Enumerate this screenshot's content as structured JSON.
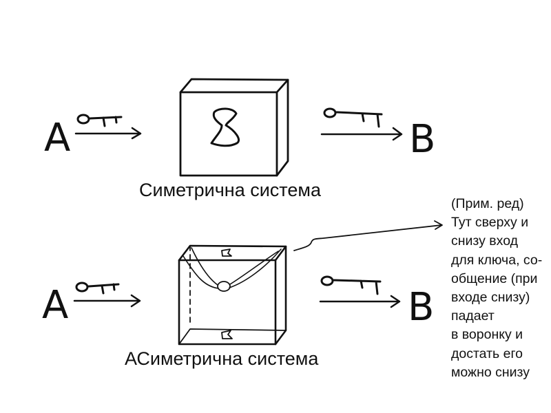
{
  "top_row": {
    "left_label": "A",
    "right_label": "B",
    "caption": "Симетрична система"
  },
  "bottom_row": {
    "left_label": "A",
    "right_label": "B",
    "caption": "АСиметрична система"
  },
  "note": {
    "lines": [
      "(Прим. ред)",
      "Тут сверху и",
      "снизу вход",
      "для ключа, со-",
      "общение (при",
      "входе снизу)",
      "падает",
      "в воронку и",
      "достать его",
      "можно снизу"
    ]
  },
  "icons": [
    "key-icon",
    "lock-icon",
    "box-icon",
    "funnel-icon",
    "arrow-icon"
  ]
}
